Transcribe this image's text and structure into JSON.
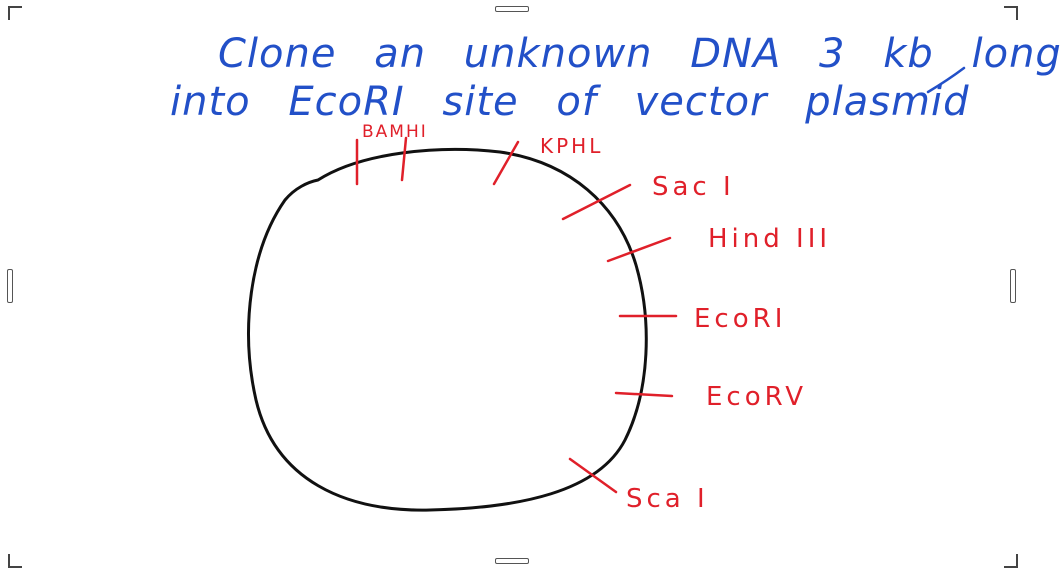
{
  "title": {
    "line1": "Clone an unknown DNA 3 kb long",
    "line2": "into EcoRI site of vector plasmid"
  },
  "plasmid": {
    "sites": {
      "bamhi": "BAMHI",
      "kphl": "KPHL",
      "saci": "Sac I",
      "hindiii": "Hind III",
      "ecori": "EcoRI",
      "ecorv": "EcoRV",
      "scai": "Sca I"
    }
  },
  "colors": {
    "title_ink": "#2250c8",
    "site_ink": "#e0202a",
    "circle_ink": "#111111"
  }
}
